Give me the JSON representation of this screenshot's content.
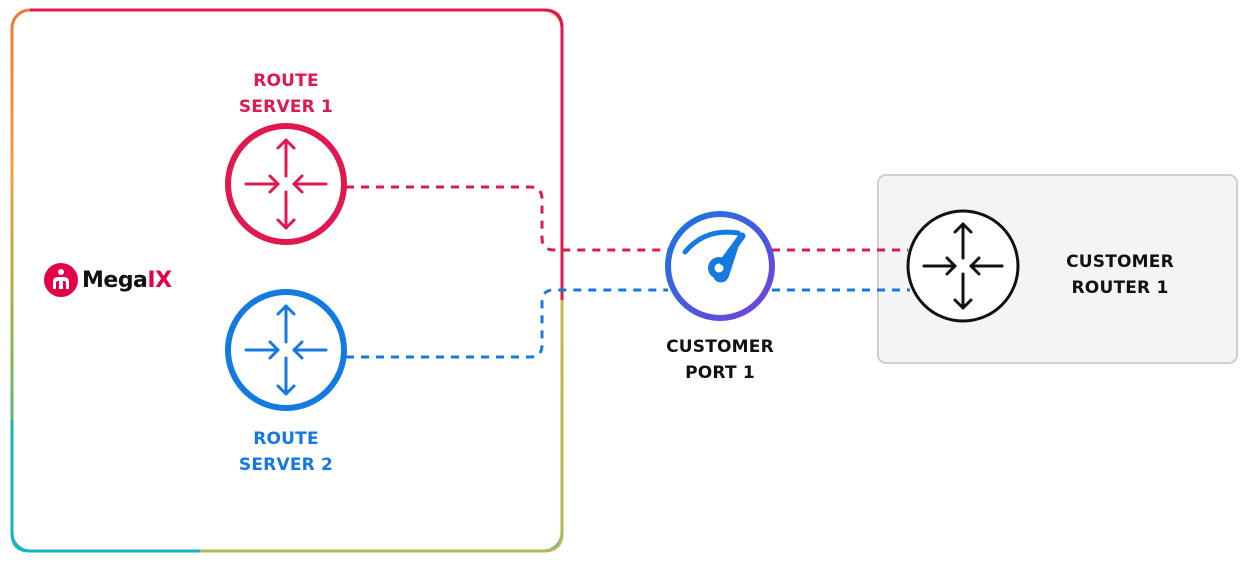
{
  "colors": {
    "rs1": "#e0184e",
    "rs2": "#1479e0",
    "port_ring_start": "#1479e0",
    "port_ring_end": "#7a3fd9",
    "router": "#111111",
    "customer_box_bg": "#f4f4f4",
    "customer_box_border": "#cfcfcf",
    "brand_red": "#e40046"
  },
  "brand": {
    "logo_icon": "megaport-logo-icon",
    "name_prefix": "Mega",
    "name_suffix": "IX"
  },
  "nodes": {
    "route_server_1": {
      "line1": "ROUTE",
      "line2": "SERVER 1",
      "icon": "router-icon"
    },
    "route_server_2": {
      "line1": "ROUTE",
      "line2": "SERVER 2",
      "icon": "router-icon"
    },
    "customer_port_1": {
      "line1": "CUSTOMER",
      "line2": "PORT 1",
      "icon": "speedometer-icon"
    },
    "customer_router_1": {
      "line1": "CUSTOMER",
      "line2": "ROUTER 1",
      "icon": "router-icon"
    }
  },
  "links": [
    {
      "from": "route_server_1",
      "to": "customer_router_1",
      "via": "customer_port_1",
      "style": "dashed",
      "color": "#e0184e"
    },
    {
      "from": "route_server_2",
      "to": "customer_router_1",
      "via": "customer_port_1",
      "style": "dashed",
      "color": "#1479e0"
    }
  ]
}
